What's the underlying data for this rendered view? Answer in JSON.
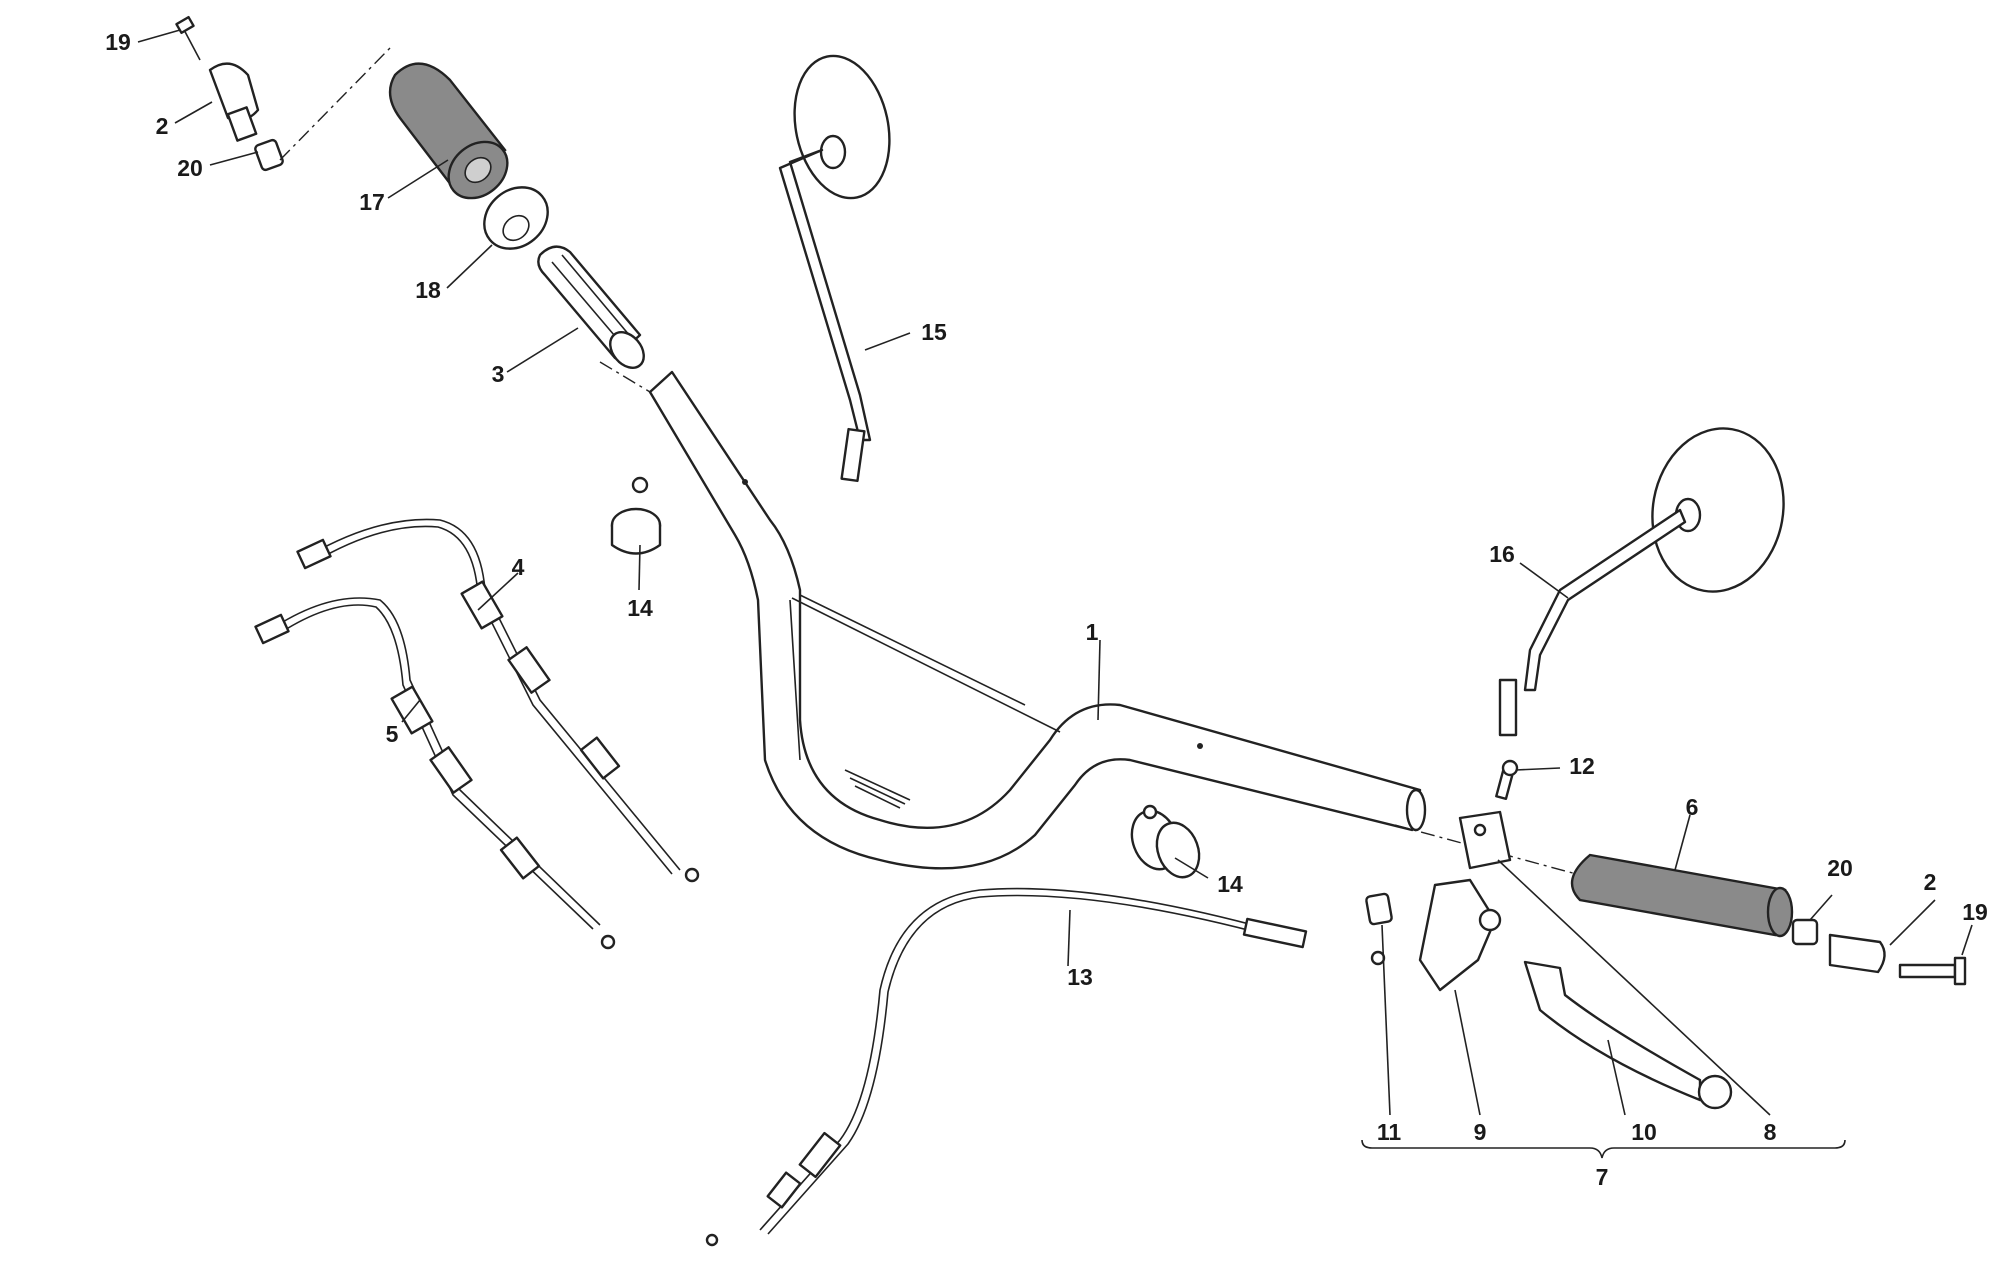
{
  "callouts": {
    "c1": "1",
    "c2a": "2",
    "c2b": "2",
    "c3": "3",
    "c4": "4",
    "c5": "5",
    "c6": "6",
    "c7": "7",
    "c8": "8",
    "c9": "9",
    "c10": "10",
    "c11": "11",
    "c12": "12",
    "c13": "13",
    "c14a": "14",
    "c14b": "14",
    "c15": "15",
    "c16": "16",
    "c17": "17",
    "c18": "18",
    "c19a": "19",
    "c19b": "19",
    "c20a": "20",
    "c20b": "20"
  },
  "colors": {
    "line": "#222222",
    "grip_fill": "#8a8a8a",
    "background": "#ffffff"
  }
}
